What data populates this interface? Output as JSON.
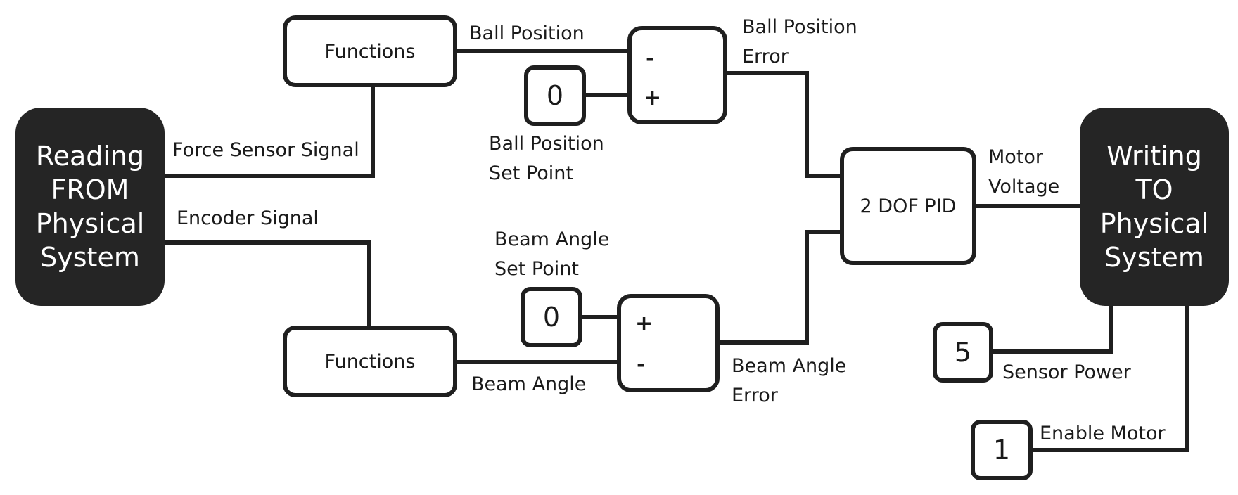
{
  "blocks": {
    "reading": [
      "Reading",
      "FROM",
      "Physical",
      "System"
    ],
    "writing": [
      "Writing",
      "TO",
      "Physical",
      "System"
    ],
    "functions_top": "Functions",
    "functions_bottom": "Functions",
    "pid": "2 DOF PID"
  },
  "sum_ball": {
    "top_sign": "-",
    "bottom_sign": "+"
  },
  "sum_beam": {
    "top_sign": "+",
    "bottom_sign": "-"
  },
  "constants": {
    "ball_set_point": "0",
    "beam_set_point": "0",
    "sensor_power": "5",
    "enable_motor": "1"
  },
  "labels": {
    "ball_position": "Ball Position",
    "ball_position_error": [
      "Ball Position",
      "Error"
    ],
    "ball_position_set_point": [
      "Ball Position",
      "Set Point"
    ],
    "force_sensor_signal": "Force Sensor Signal",
    "encoder_signal": "Encoder Signal",
    "beam_angle_set_point": [
      "Beam Angle",
      "Set Point"
    ],
    "beam_angle": "Beam Angle",
    "beam_angle_error": [
      "Beam Angle",
      "Error"
    ],
    "motor_voltage": [
      "Motor",
      "Voltage"
    ],
    "sensor_power": "Sensor Power",
    "enable_motor": "Enable Motor"
  }
}
